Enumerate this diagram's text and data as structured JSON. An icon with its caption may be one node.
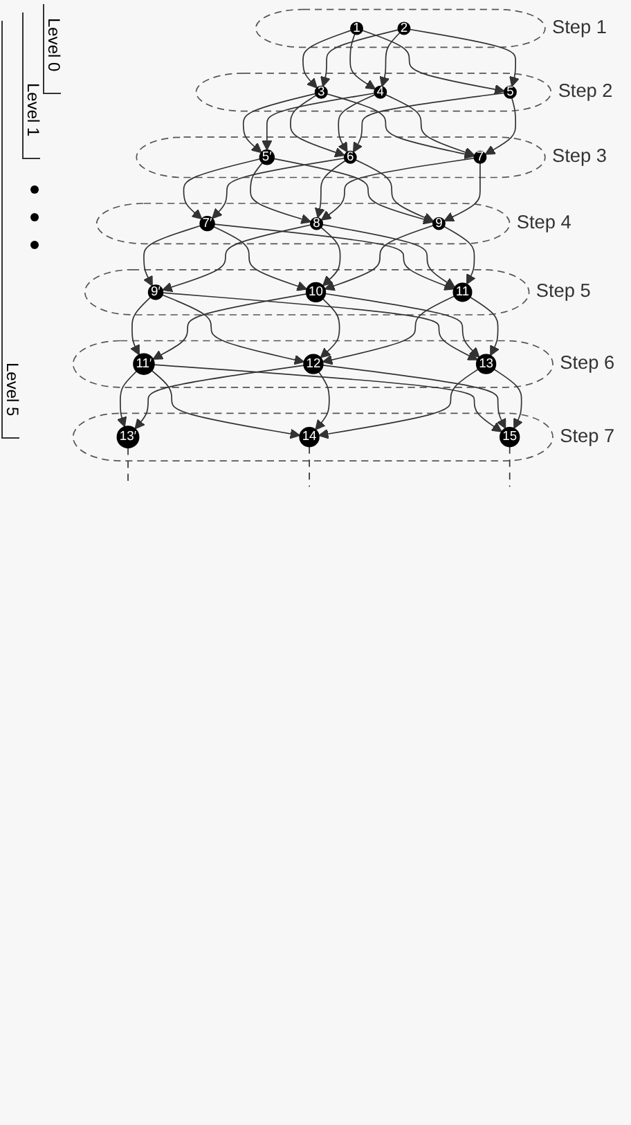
{
  "diagram": {
    "nodes": [
      {
        "text": [
          "Step 1"
        ]
      },
      {
        "text": [
          "1"
        ],
        "in": 0
      },
      {
        "text": [
          "2"
        ],
        "in": 0
      },
      {
        "text": [
          "Step 2"
        ]
      },
      {
        "text": [
          "3"
        ],
        "in": 3
      },
      {
        "text": [
          "4"
        ],
        "in": 3
      },
      {
        "text": [
          "5"
        ],
        "in": 3
      },
      {
        "text": [
          "Step 3"
        ]
      },
      {
        "text": [
          "5′"
        ],
        "in": 7
      },
      {
        "text": [
          "6"
        ],
        "in": 7
      },
      {
        "text": [
          "7"
        ],
        "in": 7
      },
      {
        "text": [
          "Step 4"
        ]
      },
      {
        "text": [
          "7′"
        ],
        "in": 11
      },
      {
        "text": [
          "8"
        ],
        "in": 11
      },
      {
        "text": [
          "9"
        ],
        "in": 11
      },
      {
        "text": [
          "Step 5"
        ]
      },
      {
        "text": [
          "9′"
        ],
        "in": 15
      },
      {
        "text": [
          "10"
        ],
        "in": 15
      },
      {
        "text": [
          "11"
        ],
        "in": 15
      },
      {
        "text": [
          "Step 6"
        ]
      },
      {
        "text": [
          "11′"
        ],
        "in": 19
      },
      {
        "text": [
          "12"
        ],
        "in": 19
      },
      {
        "text": [
          "13"
        ],
        "in": 19
      },
      {
        "text": [
          "Step 7"
        ]
      },
      {
        "text": [
          "13′"
        ],
        "in": 23
      },
      {
        "text": [
          "14"
        ],
        "in": 23
      },
      {
        "text": [
          "15"
        ],
        "in": 23
      }
    ],
    "edges": [
      {
        "from": 1,
        "to": 4,
        "arrow": "to"
      },
      {
        "from": 1,
        "to": 5,
        "arrow": "to"
      },
      {
        "from": 1,
        "to": 6,
        "arrow": "to"
      },
      {
        "from": 2,
        "to": 4,
        "arrow": "to"
      },
      {
        "from": 2,
        "to": 5,
        "arrow": "to"
      },
      {
        "from": 2,
        "to": 6,
        "arrow": "to"
      },
      {
        "from": 4,
        "to": 8,
        "arrow": "to"
      },
      {
        "from": 4,
        "to": 9,
        "arrow": "to"
      },
      {
        "from": 4,
        "to": 10,
        "arrow": "to"
      },
      {
        "from": 5,
        "to": 8,
        "arrow": "to"
      },
      {
        "from": 5,
        "to": 9,
        "arrow": "to"
      },
      {
        "from": 5,
        "to": 10,
        "arrow": "to"
      },
      {
        "from": 6,
        "to": 9,
        "arrow": "to"
      },
      {
        "from": 6,
        "to": 10,
        "arrow": "to"
      },
      {
        "from": 8,
        "to": 12,
        "arrow": "to"
      },
      {
        "from": 8,
        "to": 13,
        "arrow": "to"
      },
      {
        "from": 8,
        "to": 14,
        "arrow": "to"
      },
      {
        "from": 9,
        "to": 12,
        "arrow": "to"
      },
      {
        "from": 9,
        "to": 13,
        "arrow": "to"
      },
      {
        "from": 9,
        "to": 14,
        "arrow": "to"
      },
      {
        "from": 10,
        "to": 13,
        "arrow": "to"
      },
      {
        "from": 10,
        "to": 14,
        "arrow": "to"
      },
      {
        "from": 12,
        "to": 16,
        "arrow": "to"
      },
      {
        "from": 12,
        "to": 17,
        "arrow": "to"
      },
      {
        "from": 12,
        "to": 18,
        "arrow": "to"
      },
      {
        "from": 13,
        "to": 16,
        "arrow": "to"
      },
      {
        "from": 13,
        "to": 17,
        "arrow": "to"
      },
      {
        "from": 13,
        "to": 18,
        "arrow": "to"
      },
      {
        "from": 14,
        "to": 17,
        "arrow": "to"
      },
      {
        "from": 14,
        "to": 18,
        "arrow": "to"
      },
      {
        "from": 16,
        "to": 20,
        "arrow": "to"
      },
      {
        "from": 16,
        "to": 21,
        "arrow": "to"
      },
      {
        "from": 16,
        "to": 22,
        "arrow": "to"
      },
      {
        "from": 17,
        "to": 20,
        "arrow": "to"
      },
      {
        "from": 17,
        "to": 21,
        "arrow": "to"
      },
      {
        "from": 17,
        "to": 22,
        "arrow": "to"
      },
      {
        "from": 18,
        "to": 21,
        "arrow": "to"
      },
      {
        "from": 18,
        "to": 22,
        "arrow": "to"
      },
      {
        "from": 20,
        "to": 24,
        "arrow": "to"
      },
      {
        "from": 20,
        "to": 25,
        "arrow": "to"
      },
      {
        "from": 20,
        "to": 26,
        "arrow": "to"
      },
      {
        "from": 21,
        "to": 24,
        "arrow": "to"
      },
      {
        "from": 21,
        "to": 25,
        "arrow": "to"
      },
      {
        "from": 21,
        "to": 26,
        "arrow": "to"
      },
      {
        "from": 22,
        "to": 25,
        "arrow": "to"
      },
      {
        "from": 22,
        "to": 26,
        "arrow": "to"
      },
      {
        "from": 24,
        "to": null,
        "arrow": "none",
        "style": "dashed"
      },
      {
        "from": 25,
        "to": null,
        "arrow": "none",
        "style": "dashed"
      },
      {
        "from": 26,
        "to": null,
        "arrow": "none",
        "style": "dashed"
      }
    ],
    "labels": [
      "Level 0",
      "Level 1",
      "Level 5"
    ]
  }
}
